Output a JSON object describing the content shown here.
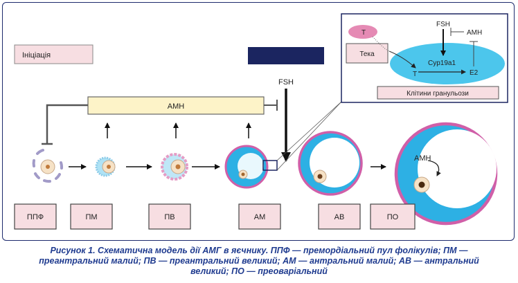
{
  "diagram": {
    "initiation_label": "Ініціація",
    "dark_box_label": "",
    "amh_bar_label": "АМН",
    "fsh_label": "FSH",
    "amh_antral_label": "АМН",
    "stage_labels": [
      "ППФ",
      "ПМ",
      "ПВ",
      "АМ",
      "АВ",
      "ПО"
    ]
  },
  "inset": {
    "t_theca_label": "T",
    "theca_label": "Тека",
    "fsh_label": "FSH",
    "amh_label": "АМН",
    "t_granulosa_label": "T",
    "cyp_label": "Cyp19a1",
    "e2_label": "E2",
    "granulosa_label": "Клітини гранульози"
  },
  "caption": {
    "line1": "Рисунок 1. Схематична модель дії АМГ в яєчнику. ППФ — премордіальний пул фолікулів; ПМ —",
    "line2": "преантральний малий; ПВ — преантральний великий; АМ — антральний малий; АВ — антральний",
    "line3": "великий; ПО — преоваріальний"
  },
  "colors": {
    "frame": "#1c2a6c",
    "label_box_fill": "#f7dee2",
    "label_box_stroke": "#444444",
    "amh_bar_fill": "#fdf3c8",
    "dark_box": "#1b2560",
    "follicle_blue": "#2db0e4",
    "follicle_pink": "#d05fa8",
    "inset_ellipse": "#4cc6ec",
    "inset_theca": "#e58ab4",
    "caption": "#1f3b8f"
  }
}
